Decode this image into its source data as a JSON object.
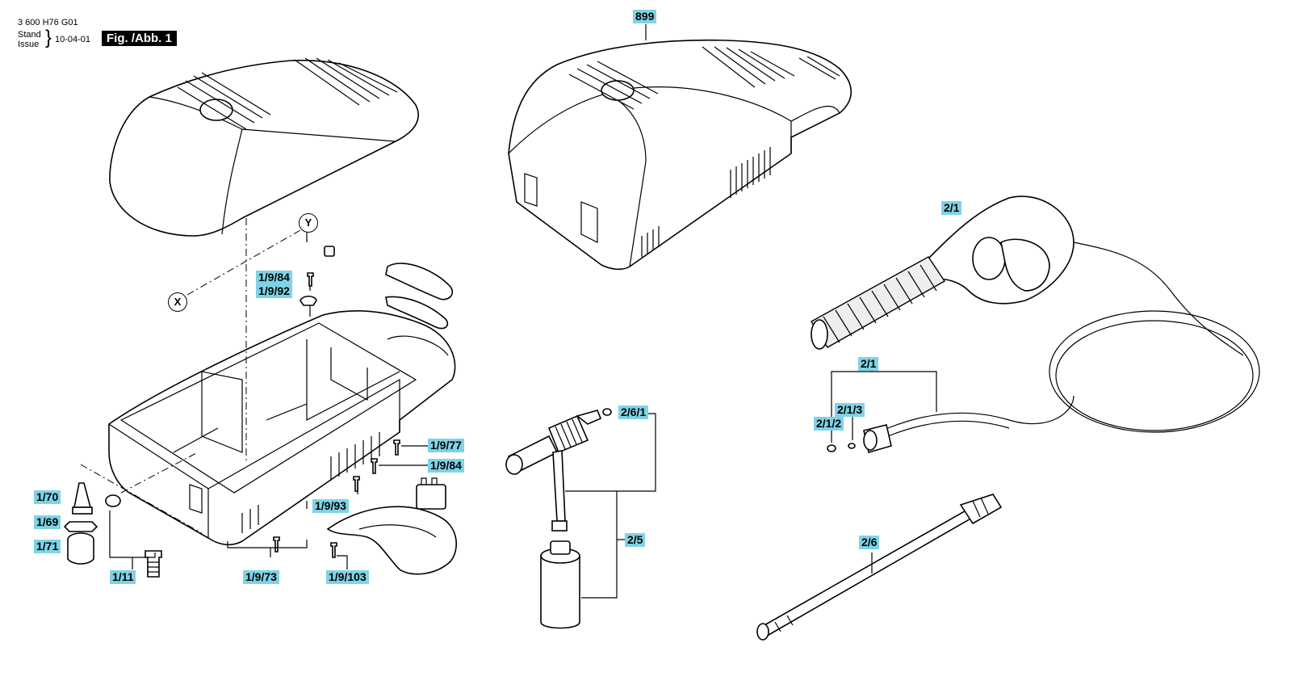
{
  "header": {
    "doc_number": "3 600 H76 G01",
    "stand_label": "Stand",
    "issue_label": "Issue",
    "date": "10-04-01",
    "figure_tag": "Fig. /Abb. 1"
  },
  "callouts": {
    "circle_y": "Y",
    "circle_x": "X"
  },
  "part_labels": {
    "p899": "899",
    "p2_1_gun": "2/1",
    "p2_1_hose": "2/1",
    "p2_1_3": "2/1/3",
    "p2_1_2": "2/1/2",
    "p2_6_1": "2/6/1",
    "p2_5": "2/5",
    "p2_6": "2/6",
    "p1_9_84_top": "1/9/84",
    "p1_9_92": "1/9/92",
    "p1_9_77": "1/9/77",
    "p1_9_84_mid": "1/9/84",
    "p1_9_93": "1/9/93",
    "p1_9_73": "1/9/73",
    "p1_9_103": "1/9/103",
    "p1_70": "1/70",
    "p1_69": "1/69",
    "p1_71": "1/71",
    "p1_11": "1/11"
  }
}
